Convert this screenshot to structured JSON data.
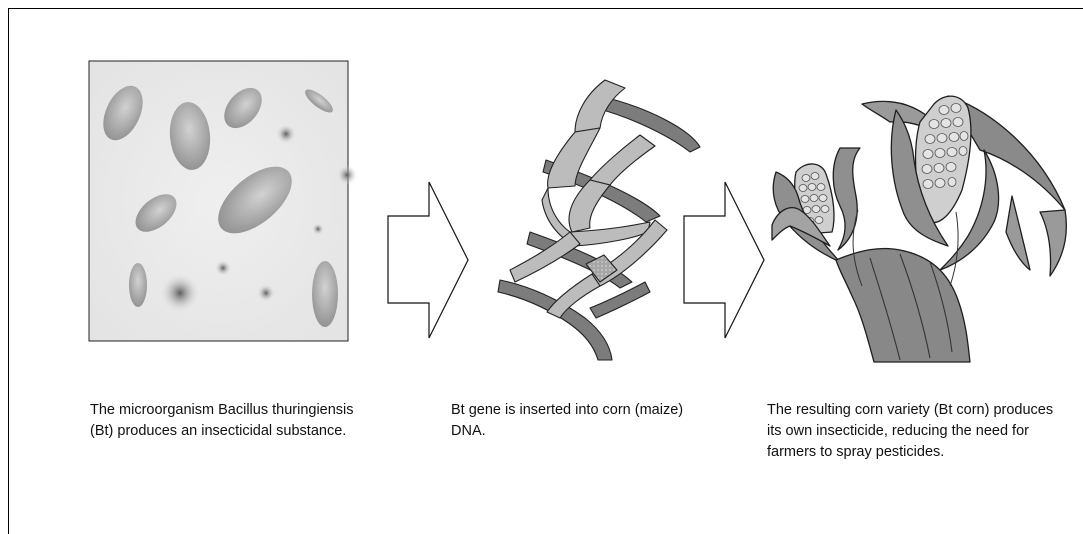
{
  "steps": [
    {
      "caption": "The microorganism Bacillus thuringiensis (Bt) produces an insecticidal substance."
    },
    {
      "caption": "Bt gene is inserted into corn (maize) DNA."
    },
    {
      "caption": "The resulting corn variety (Bt corn) produces its own insecticide, reducing the need for farmers to spray pesticides."
    }
  ],
  "colors": {
    "panel_background": "#e6e6e6",
    "bacteria": "#9a9a9a",
    "dna_light": "#bdbdbd",
    "dna_dark": "#7c7c7c",
    "corn_leaf": "#8f8f8f",
    "kernel": "#d8d8d8"
  }
}
